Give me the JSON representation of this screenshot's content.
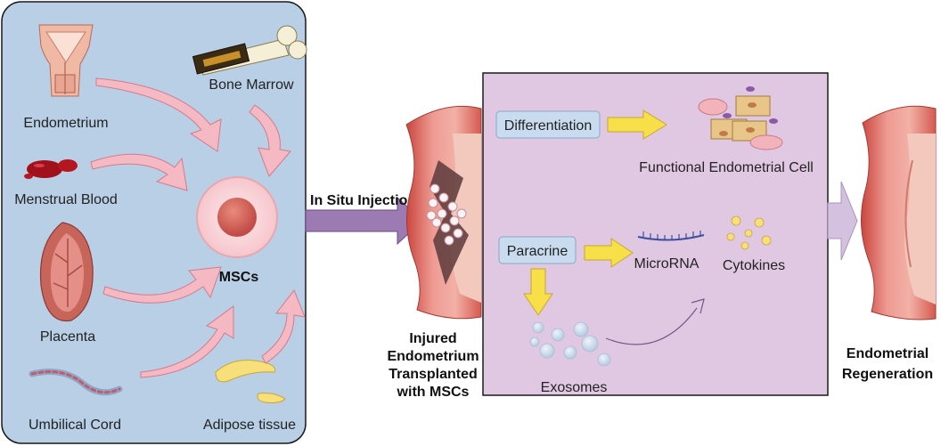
{
  "sources": {
    "endometrium": "Endometrium",
    "bone_marrow": "Bone Marrow",
    "menstrual_blood": "Menstrual Blood",
    "placenta": "Placenta",
    "umbilical_cord": "Umbilical Cord",
    "adipose_tissue": "Adipose tissue",
    "mscs": "MSCs"
  },
  "injection_label": "In Situ Injection",
  "injured": [
    "Injured",
    "Endometrium",
    "Transplanted",
    "with MSCs"
  ],
  "mechanisms": {
    "differentiation": "Differentiation",
    "functional_cell": "Functional Endometrial Cell",
    "paracrine": "Paracrine",
    "microrna": "MicroRNA",
    "cytokines": "Cytokines",
    "exosomes": "Exosomes"
  },
  "result": [
    "Endometrial",
    "Regeneration"
  ],
  "colors": {
    "left_panel": "#b8cfe6",
    "middle_panel": "#e0c8e3",
    "pink_arrow": "#f5b9c4",
    "purple_arrow": "#9b7bb2",
    "yellow_arrow": "#f7df4a",
    "label_box": "#c9dcef"
  }
}
